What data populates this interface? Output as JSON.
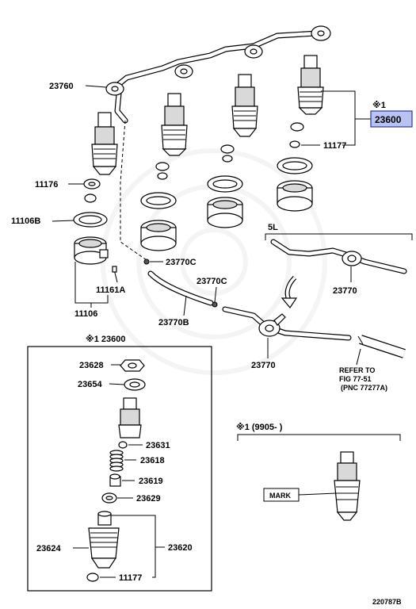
{
  "labels": {
    "p23760": "23760",
    "p23600_main": "23600",
    "note_mark_main": "※1",
    "p11177_top": "11177",
    "p11176": "11176",
    "p11106B": "11106B",
    "p11161A": "11161A",
    "p11106": "11106",
    "p23770C_a": "23770C",
    "p23770C_b": "23770C",
    "p23770B": "23770B",
    "p23770_a": "23770",
    "p23770_b": "23770",
    "variant_5L": "5L",
    "refer_line1": "REFER TO",
    "refer_line2": "FIG 77-51",
    "refer_line3": "(PNC 77277A)",
    "box_title": "※1 23600",
    "p23628": "23628",
    "p23654": "23654",
    "p23631": "23631",
    "p23618": "23618",
    "p23619": "23619",
    "p23629": "23629",
    "p23624": "23624",
    "p23620": "23620",
    "p11177_box": "11177",
    "note_9905": "※1 (9905-          )",
    "mark": "MARK",
    "figure_id": "220787B"
  },
  "colors": {
    "highlight_fill": "#b9c3f2",
    "highlight_border": "#2a3a9a",
    "line": "#000000",
    "part_shade": "#d9d9d9"
  }
}
